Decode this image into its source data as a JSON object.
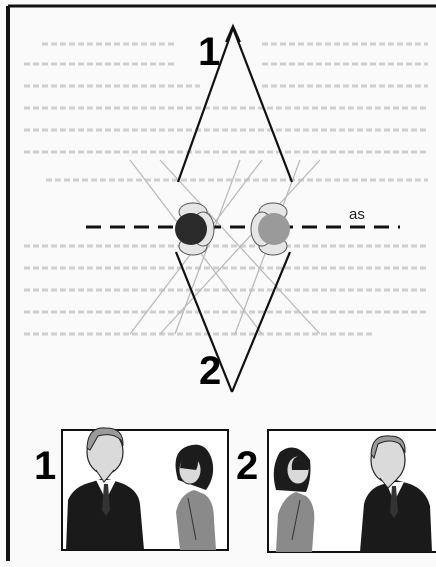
{
  "diagram": {
    "camera_top_label": "1",
    "camera_bottom_label": "2",
    "axis_label": "as"
  },
  "frames": [
    {
      "label": "1"
    },
    {
      "label": "2"
    }
  ],
  "colors": {
    "background": "#fafafa",
    "ink": "#111111",
    "faded_text": "#cfcfcf",
    "head_dark": "#2a2a2a",
    "head_light": "#9a9a9a",
    "shoulders": "#e6e6e6",
    "suit": "#1a1a1a",
    "woman_jacket": "#8a8a8a",
    "woman_hair": "#1c1c1c",
    "skin": "#dadada"
  }
}
